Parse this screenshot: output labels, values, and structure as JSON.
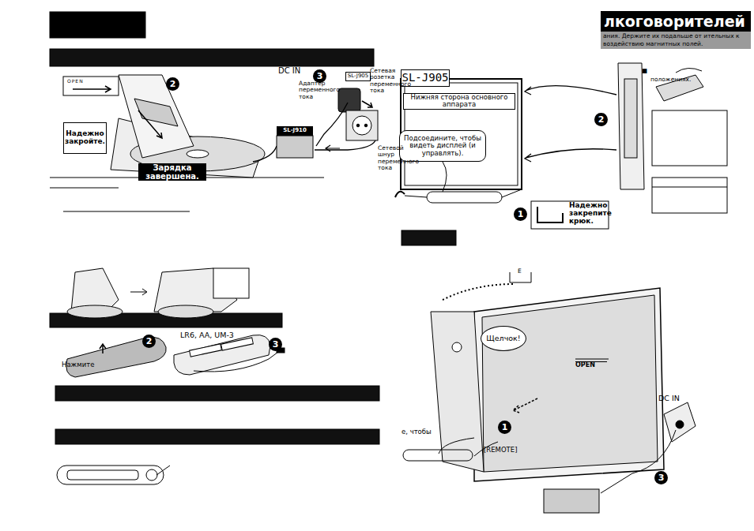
{
  "diagram": {
    "nodes": [
      {
        "text": [
          "Надежно закройте."
        ]
      },
      {
        "text": [
          "SL-J905"
        ]
      },
      {
        "text": [
          "SL-J910"
        ]
      },
      {
        "text": [
          "Зарядка завершена."
        ]
      },
      {
        "text": [
          "лкоговорителей",
          "ания. Держите их подальше от ительных к воздействию магнитных полей."
        ]
      },
      {
        "text": [
          "SL-J905"
        ]
      },
      {
        "text": [
          "Нижняя сторона основного аппарата"
        ]
      },
      {
        "text": [
          "Подсоедините, чтобы видеть дисплей (и управлять)."
        ]
      },
      {
        "text": [
          "Щелчок!"
        ]
      }
    ],
    "labels": [
      "OPEN",
      "2",
      "DC IN",
      "3",
      "Адаптер переменного тока",
      "Сетевая розетка переменного тока",
      "Сетевой шнур переменного тока",
      "Нажмите",
      "2",
      "LR6, AA, UM-3",
      "3",
      "■",
      "положениях.",
      "2",
      "1",
      "Надежно закрепите крюк.",
      "E",
      "OPEN",
      "е, чтобы",
      "[REMOTE]",
      "DC IN",
      "1",
      "3"
    ]
  }
}
